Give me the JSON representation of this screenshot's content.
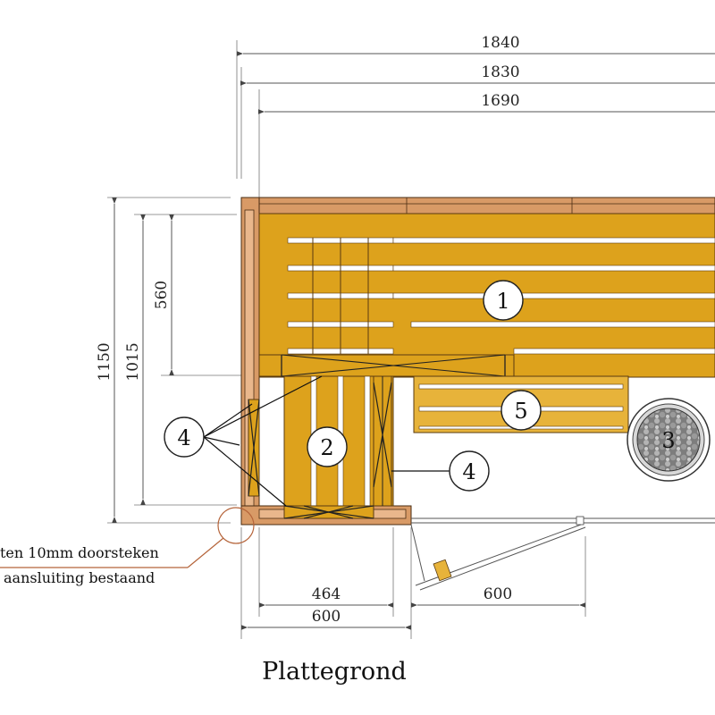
{
  "diagram": {
    "title": "Plattegrond",
    "colors": {
      "bench_wood": "#DDA21C",
      "wall_wood": "#D89A66",
      "heater_stones": "#8A8A8A",
      "note_line": "#B5643A"
    },
    "dimensions": {
      "overall_1840": "1840",
      "overall_1830": "1830",
      "overall_1690": "1690",
      "height_1150": "1150",
      "height_1015": "1015",
      "height_560": "560",
      "bottom_464": "464",
      "bottom_600": "600",
      "door_600": "600"
    },
    "callouts": {
      "c1": "1",
      "c2": "2",
      "c3": "3",
      "c4_left": "4",
      "c4_right": "4",
      "c5": "5"
    },
    "notes": {
      "line1": "ten 10mm doorsteken",
      "line2": "aansluiting bestaand"
    }
  }
}
